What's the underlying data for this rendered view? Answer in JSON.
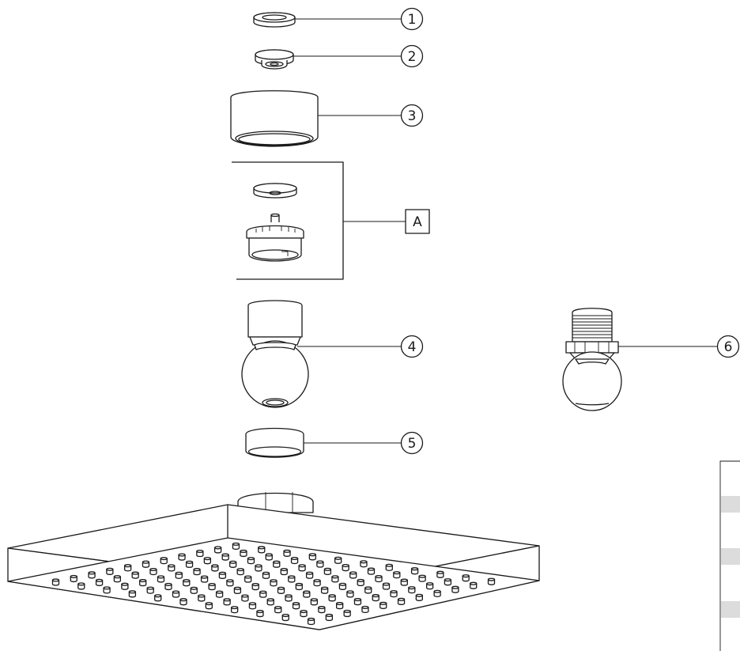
{
  "diagram": {
    "callouts": [
      {
        "id": "part-1",
        "label": "1"
      },
      {
        "id": "part-2",
        "label": "2"
      },
      {
        "id": "part-3",
        "label": "3"
      },
      {
        "id": "part-4",
        "label": "4"
      },
      {
        "id": "part-5",
        "label": "5"
      },
      {
        "id": "part-6",
        "label": "6"
      }
    ],
    "group_label": "A"
  },
  "colors": {
    "line": "#1a1a1a",
    "background": "#ffffff",
    "table_stripe": "#dcdcdc"
  }
}
